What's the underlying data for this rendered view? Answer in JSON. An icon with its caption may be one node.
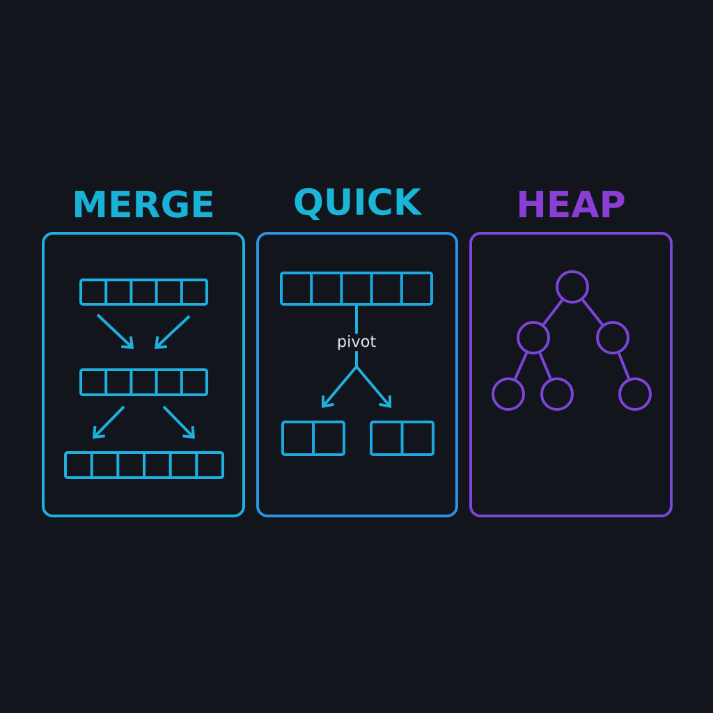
{
  "diagram": {
    "nodes": [
      {
        "text": [
          "MERGE"
        ]
      },
      {
        "text": [
          "QUICK"
        ]
      },
      {
        "text": [
          "HEAP"
        ]
      },
      {
        "text": [],
        "shape": "box",
        "in": 0
      },
      {
        "text": [],
        "shape": "box",
        "in": 0
      },
      {
        "text": [],
        "shape": "box",
        "in": 0
      },
      {
        "text": [],
        "shape": "box",
        "in": 1
      },
      {
        "text": [
          "pivot"
        ],
        "in": 1
      },
      {
        "text": [],
        "shape": "box",
        "in": 1
      },
      {
        "text": [],
        "shape": "box",
        "in": 1
      },
      {
        "text": [],
        "shape": "circle",
        "in": 2
      },
      {
        "text": [],
        "shape": "circle",
        "in": 2
      },
      {
        "text": [],
        "shape": "circle",
        "in": 2
      },
      {
        "text": [],
        "shape": "circle",
        "in": 2
      },
      {
        "text": [],
        "shape": "circle",
        "in": 2
      },
      {
        "text": [],
        "shape": "circle",
        "in": 2
      }
    ],
    "edges": [
      {
        "from": 3,
        "to": 4,
        "arrow": "to"
      },
      {
        "from": 3,
        "to": 4,
        "arrow": "to"
      },
      {
        "from": 4,
        "to": 5,
        "arrow": "to"
      },
      {
        "from": 4,
        "to": 5,
        "arrow": "to"
      },
      {
        "from": 6,
        "to": 7,
        "arrow": "none"
      },
      {
        "from": 7,
        "to": 8,
        "arrow": "to"
      },
      {
        "from": 7,
        "to": 9,
        "arrow": "to"
      },
      {
        "from": 10,
        "to": 11,
        "arrow": "none",
        "color": "#7c44d8"
      },
      {
        "from": 10,
        "to": 12,
        "arrow": "none",
        "color": "#7c44d8"
      },
      {
        "from": 11,
        "to": 13,
        "arrow": "none",
        "color": "#7c44d8"
      },
      {
        "from": 11,
        "to": 14,
        "arrow": "none",
        "color": "#7c44d8"
      },
      {
        "from": 12,
        "to": 15,
        "arrow": "none",
        "color": "#7c44d8"
      }
    ]
  }
}
